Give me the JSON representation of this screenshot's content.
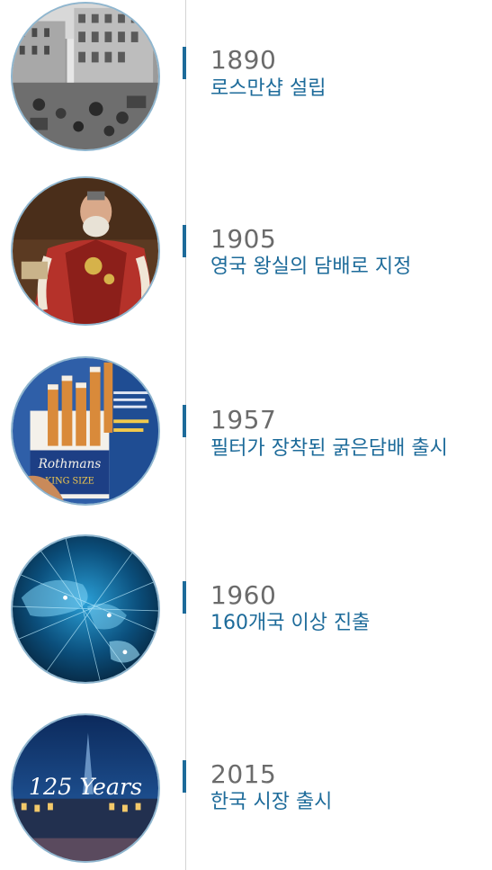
{
  "timeline": {
    "entries": [
      {
        "year": "1890",
        "caption": "로스만샵 설립",
        "image": "london-street-photo"
      },
      {
        "year": "1905",
        "caption": "영국 왕실의 담배로 지정",
        "image": "royal-portrait"
      },
      {
        "year": "1957",
        "caption": "필터가 장착된 굵은담배 출시",
        "image": "cigarette-pack-ad",
        "pack_brand": "Rothmans",
        "pack_size": "KING SIZE"
      },
      {
        "year": "1960",
        "caption": "160개국 이상 진출",
        "image": "world-network-map"
      },
      {
        "year": "2015",
        "caption": "한국 시장 출시",
        "image": "125-years-night-city",
        "overlay_text": "125 Years"
      }
    ]
  },
  "colors": {
    "accent": "#1d6b9a",
    "year_text": "#6b6b6b",
    "line": "#d4d4d4",
    "photo_border": "#8fb6cf"
  }
}
